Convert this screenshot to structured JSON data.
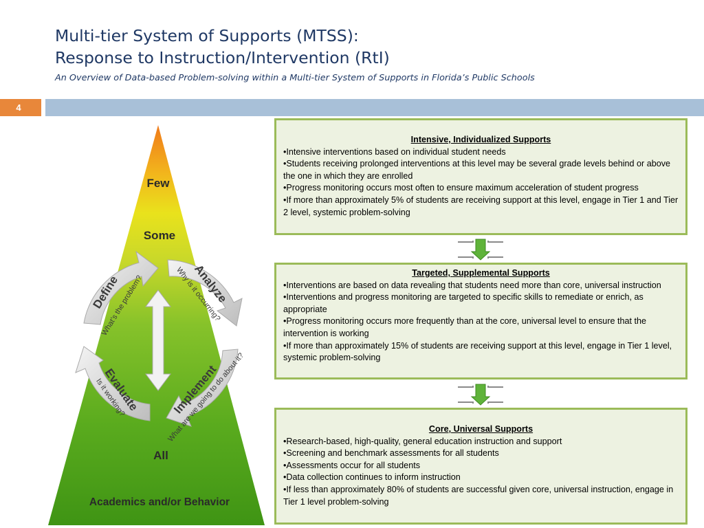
{
  "header": {
    "title_line1": "Multi-tier System of Supports (MTSS):",
    "title_line2": "Response to Instruction/Intervention (RtI)",
    "subtitle": "An Overview of Data-based Problem-solving within a Multi-tier System of Supports in Florida’s Public Schools",
    "slide_number": "4"
  },
  "pyramid": {
    "label_few": "Few",
    "label_some": "Some",
    "label_all": "All",
    "label_base": "Academics and/or Behavior",
    "cycle": [
      {
        "step": "Define",
        "question": "What’s the problem?"
      },
      {
        "step": "Analyze",
        "question": "Why is it occurring?"
      },
      {
        "step": "Implement",
        "question": "What are we going to do about it?"
      },
      {
        "step": "Evaluate",
        "question": "Is it working?"
      }
    ]
  },
  "tiers": [
    {
      "title": "Intensive, Individualized Supports",
      "bullets": [
        "•Intensive interventions based on individual student needs",
        "•Students receiving prolonged interventions at this level may be several grade levels behind or above the one in which they are enrolled",
        "•Progress monitoring occurs most often to ensure maximum acceleration of student progress",
        "•If more than approximately 5% of students are receiving support at this level, engage in Tier 1 and Tier 2 level, systemic problem-solving"
      ]
    },
    {
      "title": "Targeted, Supplemental Supports",
      "bullets": [
        "•Interventions are based on data revealing that students need more than core, universal instruction",
        "•Interventions and progress monitoring are targeted to specific skills to remediate or enrich, as appropriate",
        "•Progress monitoring occurs more frequently than at the core, universal level to ensure that the intervention is working",
        "•If more than approximately 15% of students are receiving support at this level, engage in Tier 1 level, systemic problem-solving"
      ]
    },
    {
      "title": "Core, Universal Supports",
      "bullets": [
        "•Research-based, high-quality, general education instruction and support",
        "•Screening and benchmark assessments for all students",
        "•Assessments occur for all students",
        "•Data collection continues to inform instruction",
        "•If less than approximately 80% of students are successful given core, universal instruction, engage in Tier 1 level problem-solving"
      ]
    }
  ]
}
